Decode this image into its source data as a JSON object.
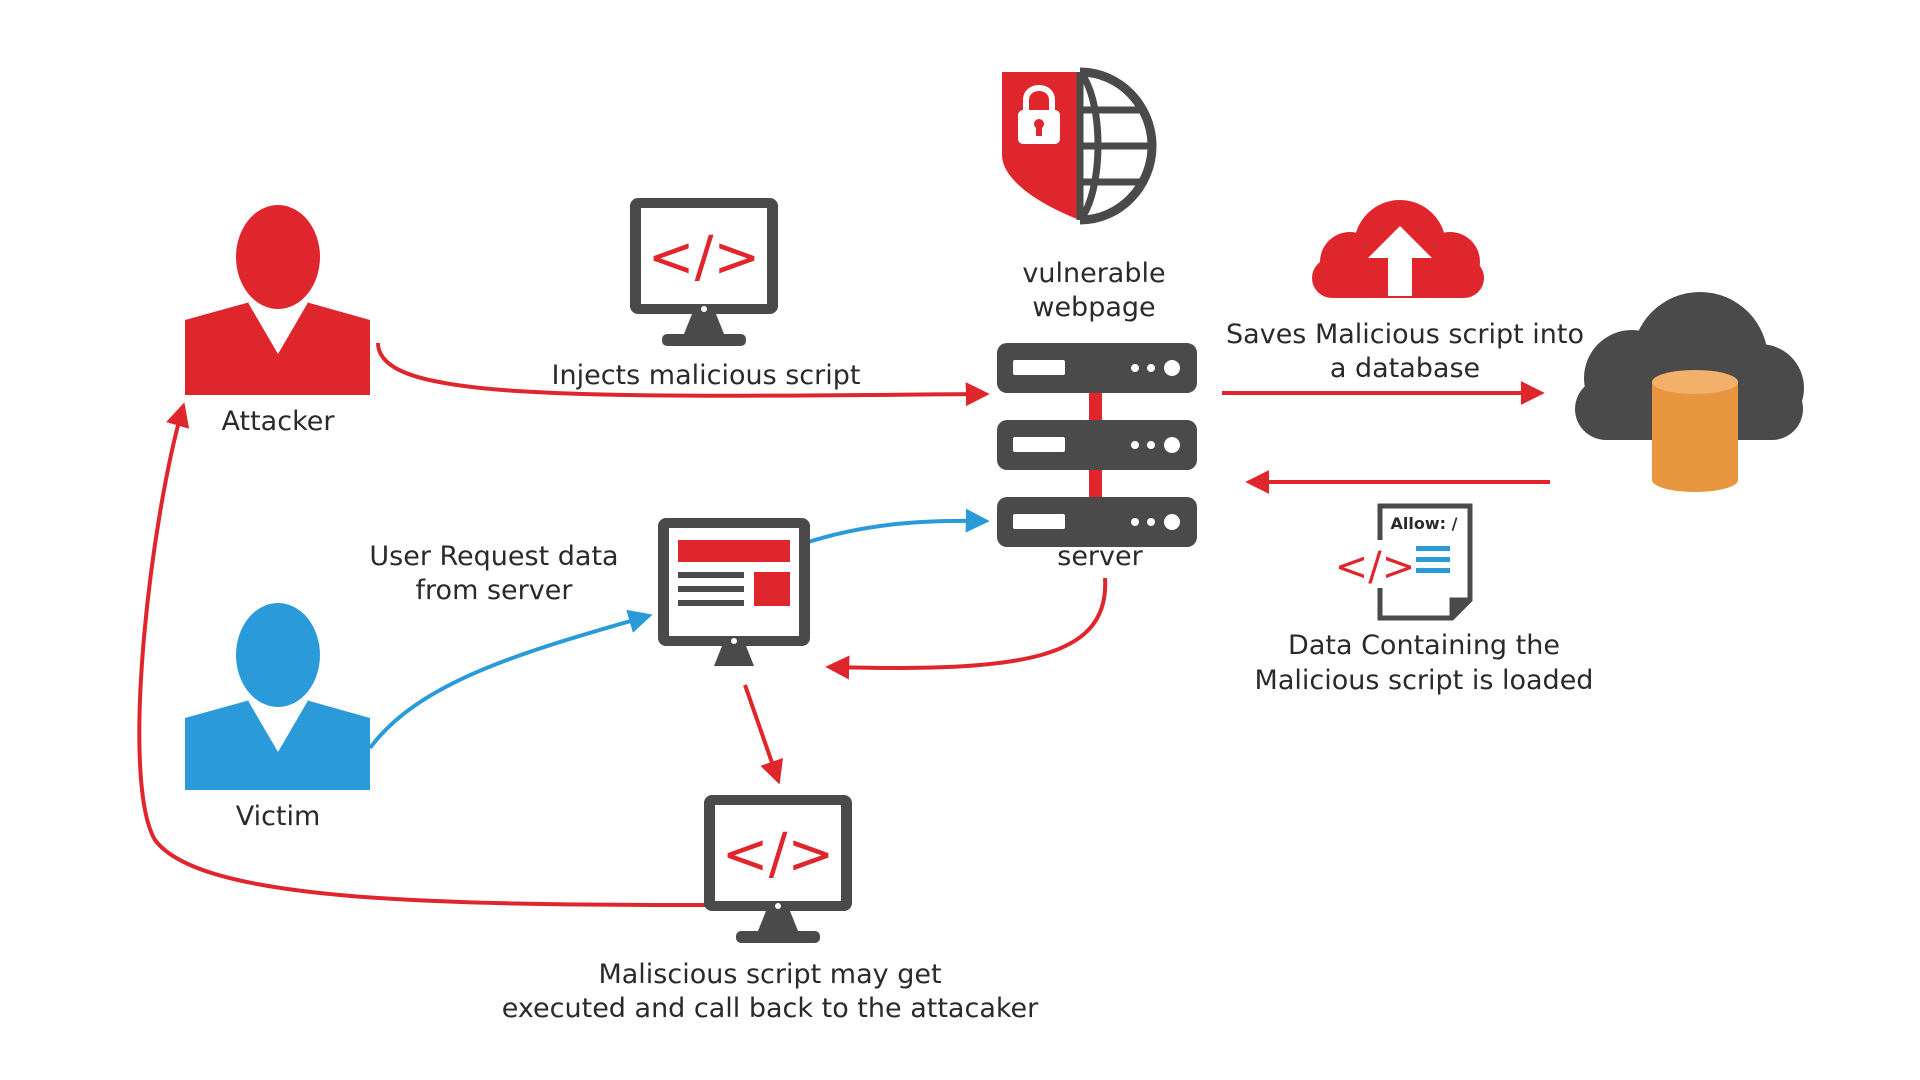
{
  "labels": {
    "attacker": "Attacker",
    "victim": "Victim",
    "server": "server",
    "vulnerable_line1": "vulnerable",
    "vulnerable_line2": "webpage",
    "inject": "Injects malicious script",
    "saves_line1": "Saves Malicious script into",
    "saves_line2": "a database",
    "user_request_line1": "User Request data",
    "user_request_line2": "from server",
    "data_loaded_line1": "Data Containing the",
    "data_loaded_line2": "Malicious script is loaded",
    "executed_line1": "Maliscious script may get",
    "executed_line2": "executed and call back to the attacaker",
    "allow_tag": "Allow: /",
    "code_glyph": "</>"
  },
  "colors": {
    "red": "#e0262d",
    "blue": "#2a9bd8",
    "dark": "#4a4a4a",
    "orange": "#e8953f",
    "text": "#2a2a2a"
  },
  "icons": {
    "attacker": "person-icon",
    "victim": "person-icon",
    "security": "shield-lock-globe-icon",
    "upload": "cloud-upload-icon",
    "server": "server-rack-icon",
    "database": "cloud-database-icon",
    "code_monitor": "code-monitor-icon",
    "webpage_monitor": "webpage-monitor-icon",
    "document": "code-document-icon"
  }
}
